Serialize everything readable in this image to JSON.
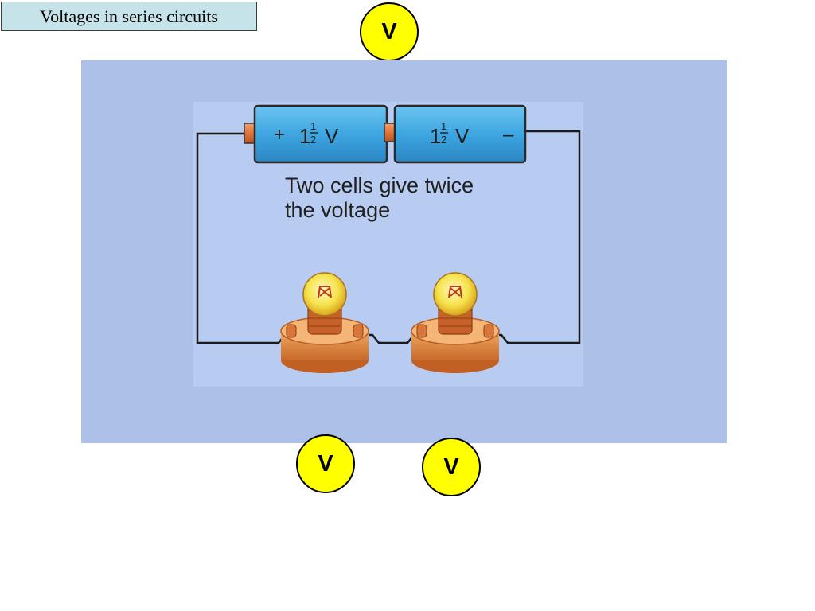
{
  "title": "Voltages in series circuits",
  "meters": {
    "top": "V",
    "bulb1": "V",
    "bulb2": "V"
  },
  "diagram": {
    "cell1": {
      "plus": "+",
      "whole": "1",
      "num": "1",
      "den": "2",
      "unit": "V"
    },
    "cell2": {
      "whole": "1",
      "num": "1",
      "den": "2",
      "unit": "V",
      "minus": "–"
    },
    "caption_line1": "Two cells give twice",
    "caption_line2": "the voltage"
  },
  "colors": {
    "title_bg": "#c7e3ea",
    "meter_fill": "#ffff00",
    "panel_bg": "#adc0e8",
    "cell_blue": "#3ea6e0",
    "cell_terminal": "#e0733a",
    "bulb_base": "#e08a3c"
  }
}
